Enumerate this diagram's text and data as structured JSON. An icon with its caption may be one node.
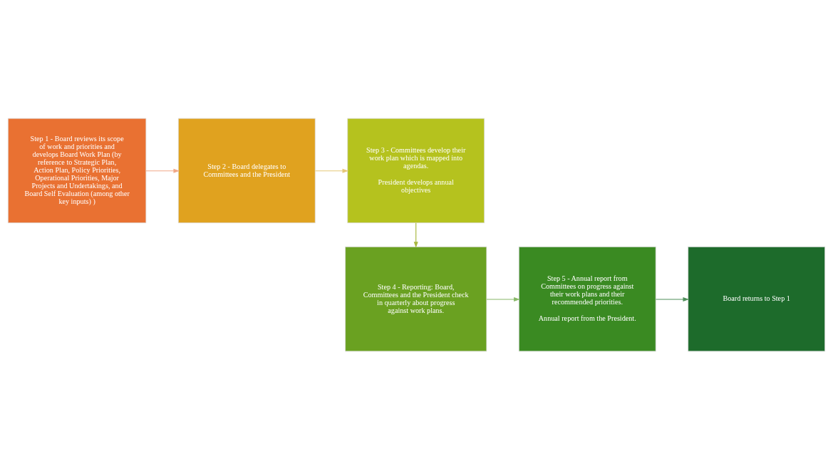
{
  "diagram": {
    "nodes": [
      {
        "text": [
          "Step 1 - Board reviews its scope of work and priorities and develops Board Work Plan (by reference to Strategic Plan, Action Plan, Policy Priorities, Operational Priorities, Major Projects and Undertakings, and Board Self Evaluation (among other key inputs) )"
        ]
      },
      {
        "text": [
          "Step 2 - Board delegates to Committees and the President"
        ]
      },
      {
        "text": [
          "Step 3 - Committees develop their work plan which is mapped into agendas.",
          "President develops annual objectives"
        ]
      },
      {
        "text": [
          "Step 4 - Reporting: Board, Committees and the President check in quarterly about progress against work plans."
        ]
      },
      {
        "text": [
          "Step 5 - Annual report from Committees on progress against their work plans and their recommended priorities.",
          "Annual report from the President."
        ]
      },
      {
        "text": [
          "Board returns to Step 1"
        ]
      }
    ],
    "edges": [
      {
        "from": 0,
        "to": 1,
        "arrow": "to",
        "color": "#f0a888"
      },
      {
        "from": 1,
        "to": 2,
        "arrow": "to",
        "color": "#e6c878"
      },
      {
        "from": 2,
        "to": 3,
        "arrow": "to",
        "color": "#a8b840"
      },
      {
        "from": 3,
        "to": 4,
        "arrow": "to",
        "color": "#88b868"
      },
      {
        "from": 4,
        "to": 5,
        "arrow": "to",
        "color": "#4f8f5a"
      }
    ]
  }
}
